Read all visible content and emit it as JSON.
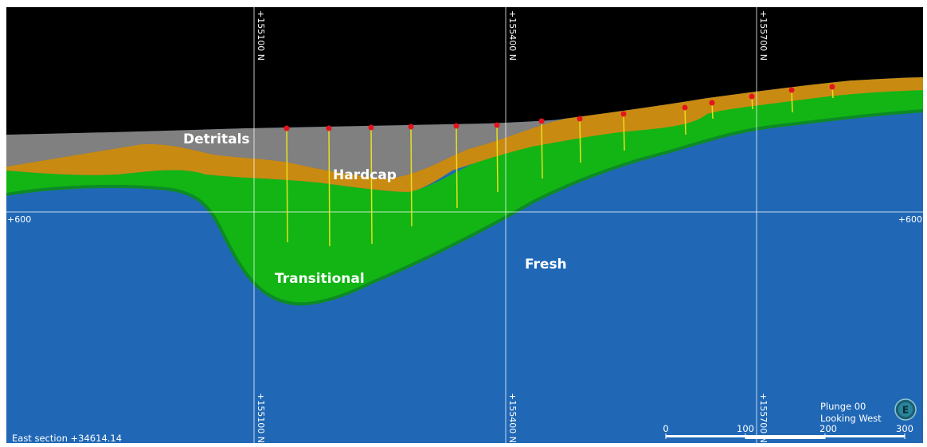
{
  "section": {
    "title": "East section +34614.14",
    "view": {
      "plunge": "Plunge 00",
      "looking": "Looking West",
      "compass_letter": "E"
    }
  },
  "grid": {
    "northings": [
      "+155100 N",
      "+155400 N",
      "+155700 N"
    ],
    "elevations": [
      "+600",
      "+600"
    ]
  },
  "layers": {
    "detritals": "Detritals",
    "hardcap": "Hardcap",
    "transitional": "Transitional",
    "fresh": "Fresh"
  },
  "scale_bar": {
    "ticks": [
      "0",
      "100",
      "200",
      "300"
    ]
  },
  "colors": {
    "sky": "#000000",
    "detritals": "#808080",
    "hardcap": "#c98a12",
    "transitional": "#12b514",
    "fresh": "#2068b6",
    "drillhole": "#e8e01c",
    "collar": "#e5141c",
    "grid_line": "#ffffff"
  },
  "drillholes_count_note": ""
}
